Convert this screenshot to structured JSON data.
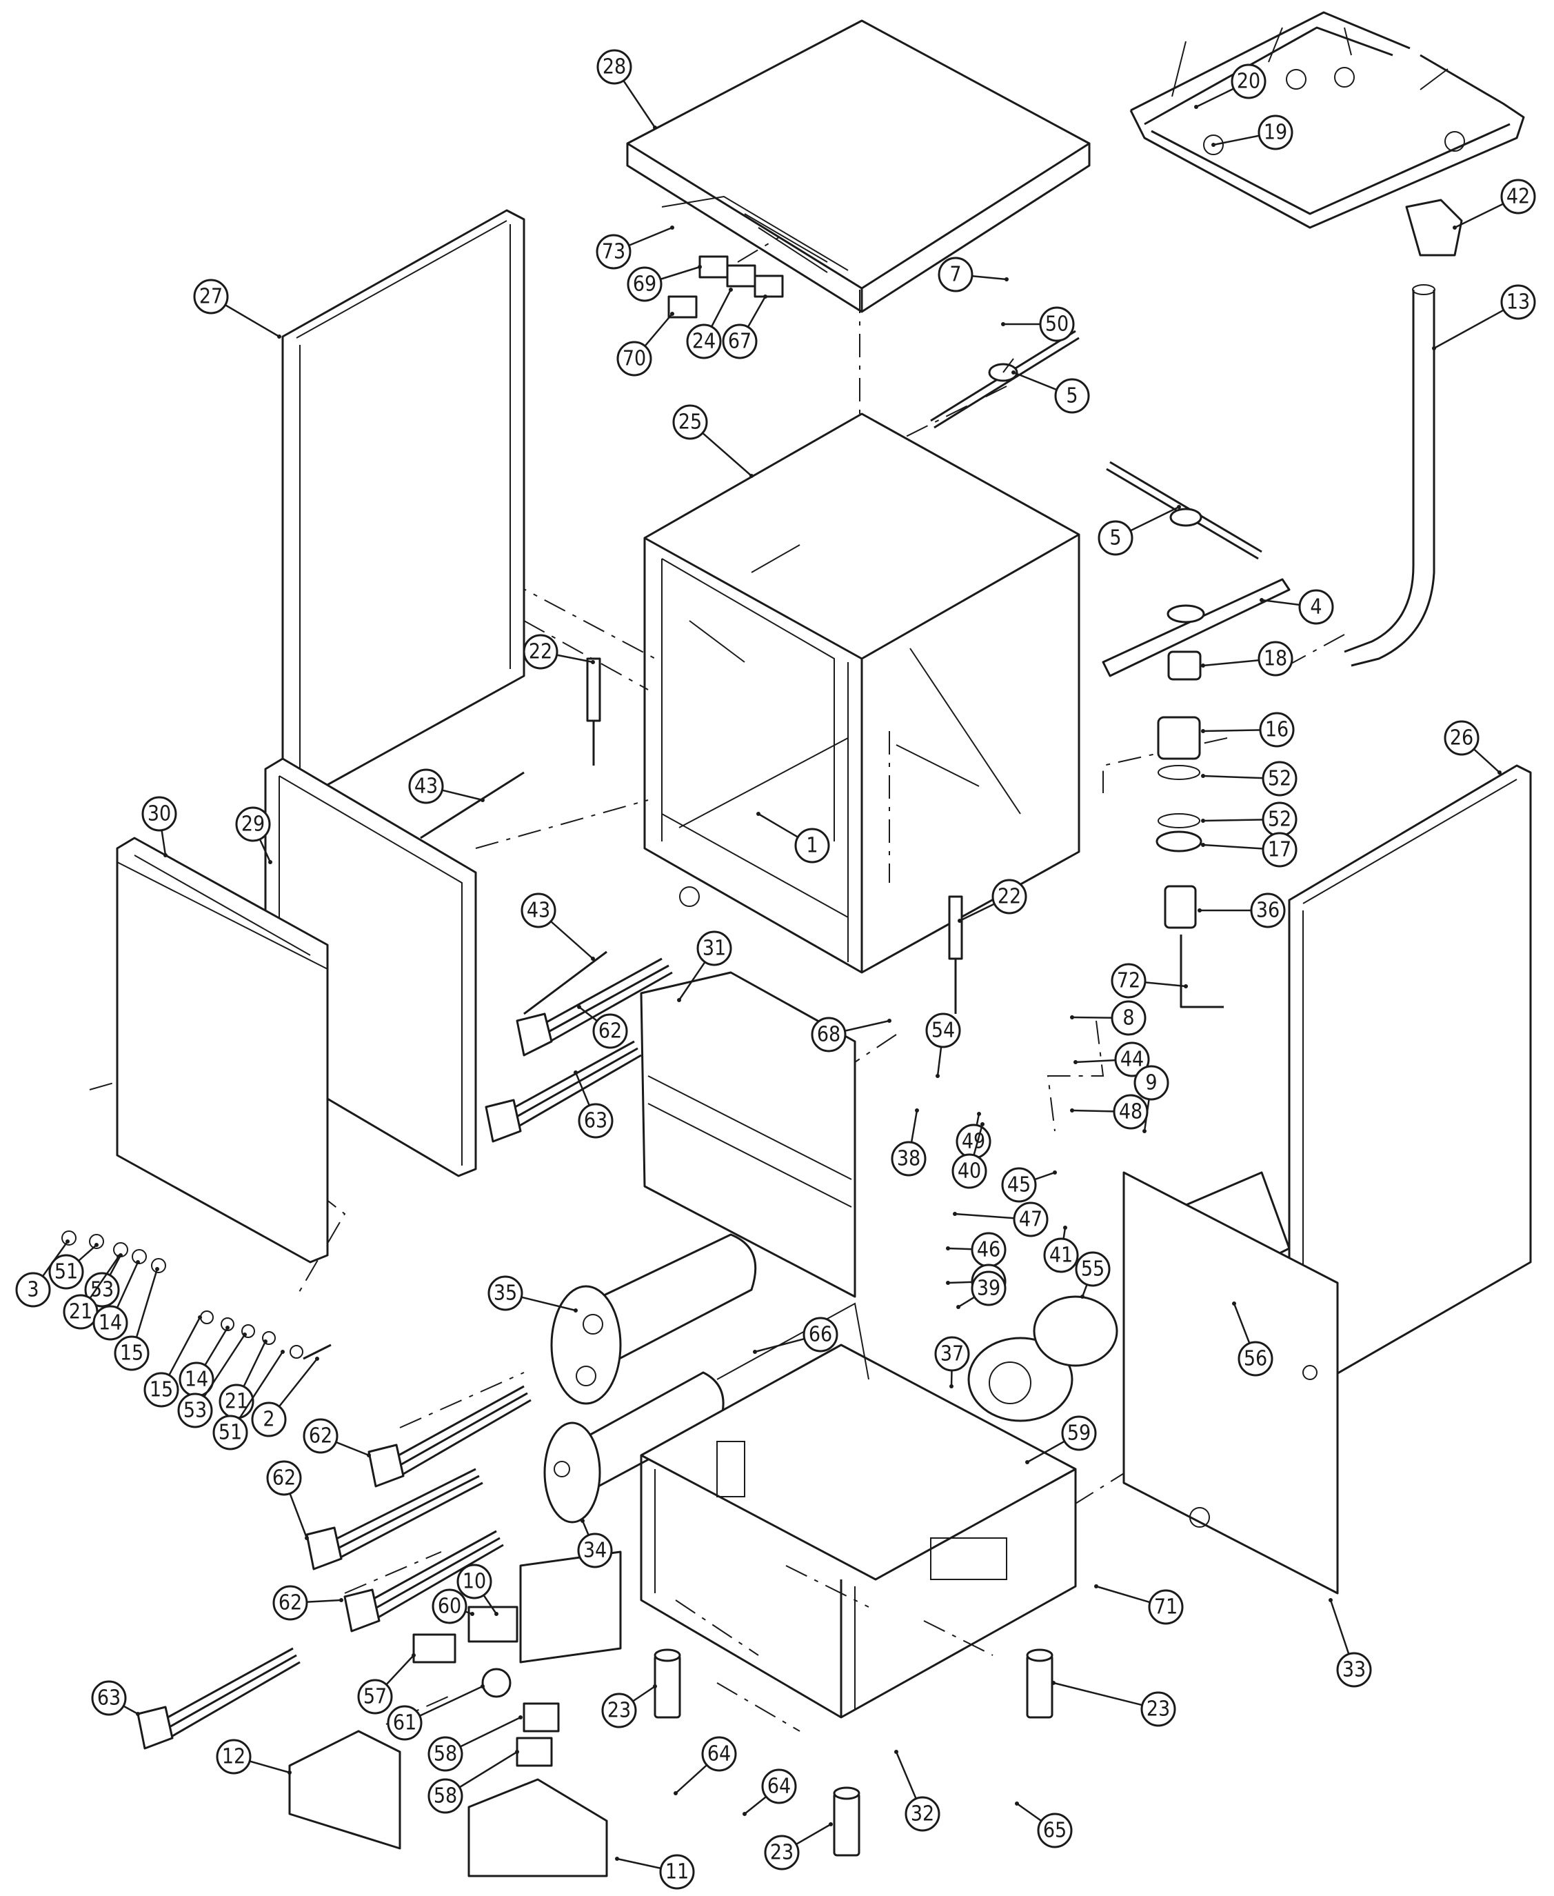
{
  "callouts": [
    {
      "id": "c28",
      "label": "28"
    },
    {
      "id": "c20",
      "label": "20"
    },
    {
      "id": "c19",
      "label": "19"
    },
    {
      "id": "c42",
      "label": "42"
    },
    {
      "id": "c73",
      "label": "73"
    },
    {
      "id": "c69",
      "label": "69"
    },
    {
      "id": "c70",
      "label": "70"
    },
    {
      "id": "c24",
      "label": "24"
    },
    {
      "id": "c67",
      "label": "67"
    },
    {
      "id": "c7",
      "label": "7"
    },
    {
      "id": "c27",
      "label": "27"
    },
    {
      "id": "c13",
      "label": "13"
    },
    {
      "id": "c50",
      "label": "50"
    },
    {
      "id": "c5a",
      "label": "5"
    },
    {
      "id": "c25",
      "label": "25"
    },
    {
      "id": "c5b",
      "label": "5"
    },
    {
      "id": "c4",
      "label": "4"
    },
    {
      "id": "c22a",
      "label": "22"
    },
    {
      "id": "c18",
      "label": "18"
    },
    {
      "id": "c16",
      "label": "16"
    },
    {
      "id": "c26",
      "label": "26"
    },
    {
      "id": "c52a",
      "label": "52"
    },
    {
      "id": "c43a",
      "label": "43"
    },
    {
      "id": "c30",
      "label": "30"
    },
    {
      "id": "c29",
      "label": "29"
    },
    {
      "id": "c1",
      "label": "1"
    },
    {
      "id": "c52b",
      "label": "52"
    },
    {
      "id": "c17",
      "label": "17"
    },
    {
      "id": "c22b",
      "label": "22"
    },
    {
      "id": "c43b",
      "label": "43"
    },
    {
      "id": "c31",
      "label": "31"
    },
    {
      "id": "c36",
      "label": "36"
    },
    {
      "id": "c72",
      "label": "72"
    },
    {
      "id": "c62a",
      "label": "62"
    },
    {
      "id": "c68",
      "label": "68"
    },
    {
      "id": "c54",
      "label": "54"
    },
    {
      "id": "c8",
      "label": "8"
    },
    {
      "id": "c44",
      "label": "44"
    },
    {
      "id": "c9",
      "label": "9"
    },
    {
      "id": "c63a",
      "label": "63"
    },
    {
      "id": "c48a",
      "label": "48"
    },
    {
      "id": "c38",
      "label": "38"
    },
    {
      "id": "c49",
      "label": "49"
    },
    {
      "id": "c40",
      "label": "40"
    },
    {
      "id": "c45",
      "label": "45"
    },
    {
      "id": "c47",
      "label": "47"
    },
    {
      "id": "c41",
      "label": "41"
    },
    {
      "id": "c3",
      "label": "3"
    },
    {
      "id": "c51a",
      "label": "51"
    },
    {
      "id": "c53a",
      "label": "53"
    },
    {
      "id": "c21a",
      "label": "21"
    },
    {
      "id": "c14a",
      "label": "14"
    },
    {
      "id": "c15a",
      "label": "15"
    },
    {
      "id": "c46",
      "label": "46"
    },
    {
      "id": "c55",
      "label": "55"
    },
    {
      "id": "c48b",
      "label": "48"
    },
    {
      "id": "c39",
      "label": "39"
    },
    {
      "id": "c35",
      "label": "35"
    },
    {
      "id": "c66",
      "label": "66"
    },
    {
      "id": "c56",
      "label": "56"
    },
    {
      "id": "c37",
      "label": "37"
    },
    {
      "id": "c15b",
      "label": "15"
    },
    {
      "id": "c14b",
      "label": "14"
    },
    {
      "id": "c53b",
      "label": "53"
    },
    {
      "id": "c21b",
      "label": "21"
    },
    {
      "id": "c51b",
      "label": "51"
    },
    {
      "id": "c2",
      "label": "2"
    },
    {
      "id": "c62b",
      "label": "62"
    },
    {
      "id": "c59",
      "label": "59"
    },
    {
      "id": "c62c",
      "label": "62"
    },
    {
      "id": "c34",
      "label": "34"
    },
    {
      "id": "c10",
      "label": "10"
    },
    {
      "id": "c60",
      "label": "60"
    },
    {
      "id": "c62d",
      "label": "62"
    },
    {
      "id": "c71",
      "label": "71"
    },
    {
      "id": "c57",
      "label": "57"
    },
    {
      "id": "c61",
      "label": "61"
    },
    {
      "id": "c33",
      "label": "33"
    },
    {
      "id": "c63b",
      "label": "63"
    },
    {
      "id": "c23a",
      "label": "23"
    },
    {
      "id": "c23b",
      "label": "23"
    },
    {
      "id": "c12",
      "label": "12"
    },
    {
      "id": "c58a",
      "label": "58"
    },
    {
      "id": "c58b",
      "label": "58"
    },
    {
      "id": "c64a",
      "label": "64"
    },
    {
      "id": "c64b",
      "label": "64"
    },
    {
      "id": "c32",
      "label": "32"
    },
    {
      "id": "c23c",
      "label": "23"
    },
    {
      "id": "c65",
      "label": "65"
    },
    {
      "id": "c11",
      "label": "11"
    }
  ]
}
